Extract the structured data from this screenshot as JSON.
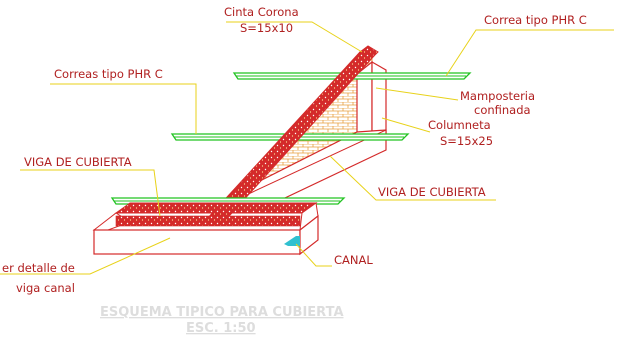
{
  "labels": {
    "cinta_corona": "Cinta Corona",
    "cinta_corona_size": "S=15x10",
    "correa_right": "Correa tipo PHR C",
    "correas_left": "Correas tipo PHR C",
    "mamposteria_1": "Mamposteria",
    "mamposteria_2": "confinada",
    "columneta": "Columneta",
    "columneta_size": "S=15x25",
    "viga_left": "VIGA DE CUBIERTA",
    "viga_right": "VIGA DE CUBIERTA",
    "canal": "CANAL",
    "detalle_1": "er detalle de",
    "detalle_2": "viga canal"
  },
  "title": {
    "line1": "ESQUEMA TIPICO PARA CUBIERTA",
    "line2": "ESC.     1:50"
  },
  "colors": {
    "label_text": "#b02020",
    "leader_line": "#e8d21a",
    "purlin_green": "#22c322",
    "concrete_red": "#d42a2a",
    "brick_orange": "#e8a040",
    "canal_cyan": "#30c0d0",
    "title_gray": "#dddddd"
  }
}
